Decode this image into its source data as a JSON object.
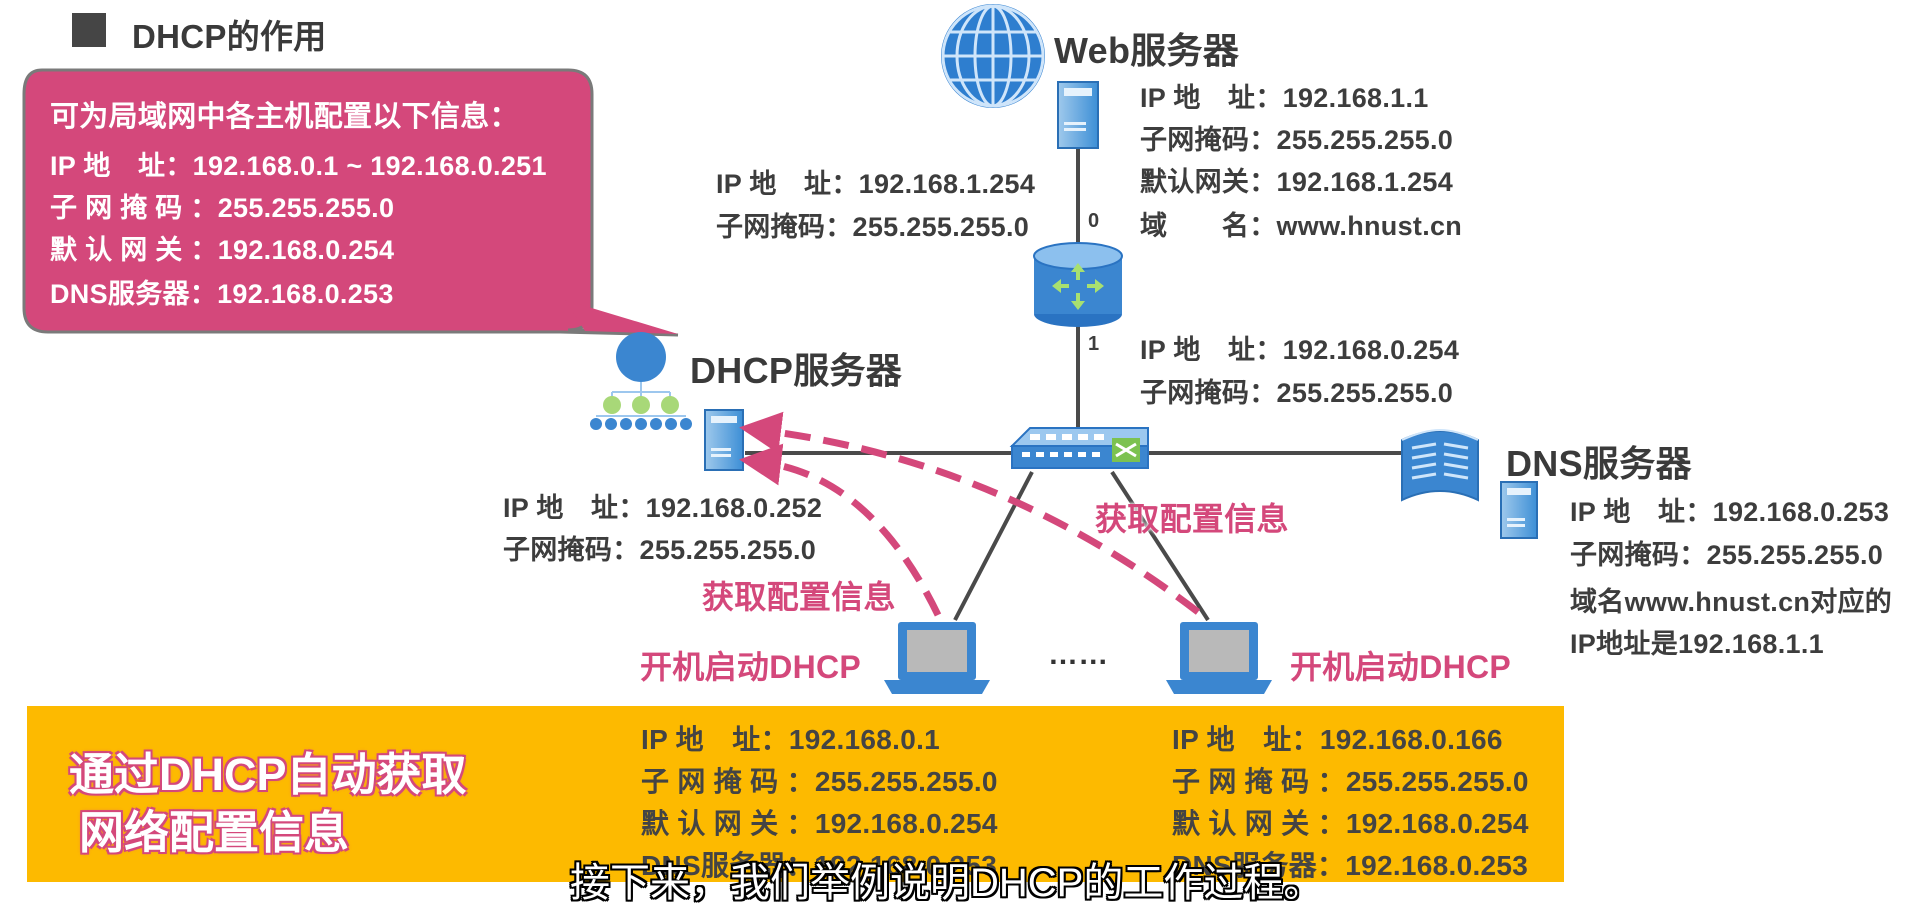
{
  "section": {
    "title": "DHCP的作用"
  },
  "callout": {
    "title": "可为局域网中各主机配置以下信息：",
    "lines": [
      "IP 地　址：192.168.0.1 ~ 192.168.0.251",
      "子 网 掩 码 ：255.255.255.0",
      "默 认 网 关 ：192.168.0.254",
      "DNS服务器：192.168.0.253"
    ]
  },
  "web_server": {
    "label": "Web服务器",
    "info": [
      "IP 地　址：192.168.1.1",
      "子网掩码：255.255.255.0",
      "默认网关：192.168.1.254",
      "域　　名：www.hnust.cn"
    ]
  },
  "router": {
    "port0": "0",
    "port1": "1",
    "upper_info": [
      "IP 地　址：192.168.1.254",
      "子网掩码：255.255.255.0"
    ],
    "lower_info": [
      "IP 地　址：192.168.0.254",
      "子网掩码：255.255.255.0"
    ]
  },
  "dhcp_server": {
    "label": "DHCP服务器",
    "info": [
      "IP 地　址：192.168.0.252",
      "子网掩码：255.255.255.0"
    ]
  },
  "dns_server": {
    "label": "DNS服务器",
    "info": [
      "IP 地　址：192.168.0.253",
      "子网掩码：255.255.255.0",
      "域名www.hnust.cn对应的",
      "IP地址是192.168.1.1"
    ]
  },
  "arrows": {
    "left_label": "获取配置信息",
    "right_label": "获取配置信息"
  },
  "hosts": {
    "left_label": "开机启动DHCP",
    "right_label": "开机启动DHCP",
    "ellipsis": "……"
  },
  "banner": {
    "title_line1": "通过DHCP自动获取",
    "title_line2": "网络配置信息",
    "left_host": [
      "IP 地　址：192.168.0.1",
      "子 网 掩 码 ：255.255.255.0",
      "默 认 网 关 ：192.168.0.254",
      "DNS服务器：192.168.0.253"
    ],
    "right_host": [
      "IP 地　址：192.168.0.166",
      "子 网 掩 码 ：255.255.255.0",
      "默 认 网 关 ：192.168.0.254",
      "DNS服务器：192.168.0.253"
    ]
  },
  "subtitle": "接下来，我们举例说明DHCP的工作过程。",
  "colors": {
    "pink": "#d4487b",
    "banner": "#fdba00",
    "blue": "#3b82c8",
    "link": "#4a4a4a"
  }
}
